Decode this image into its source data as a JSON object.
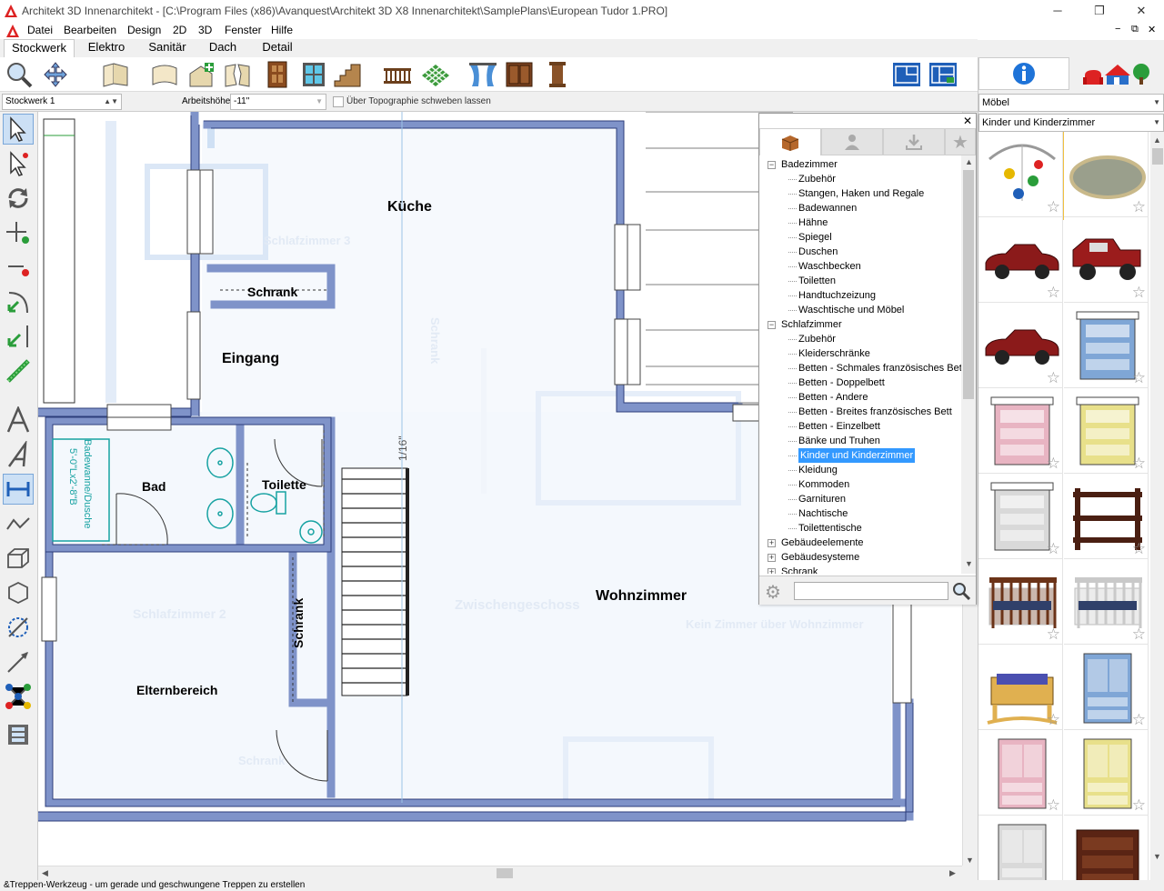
{
  "app": {
    "title": "Architekt 3D Innenarchitekt - [C:\\Program Files (x86)\\Avanquest\\Architekt 3D X8 Innenarchitekt\\SamplePlans\\European Tudor 1.PRO]"
  },
  "window_controls": {
    "minimize": "─",
    "restore": "❐",
    "close": "✕"
  },
  "menu": [
    "Datei",
    "Bearbeiten",
    "Design",
    "2D",
    "3D",
    "Fenster",
    "Hilfe"
  ],
  "mdi_controls": {
    "minimize": "−",
    "restore": "⧉",
    "close": "✕"
  },
  "tabs": [
    "Stockwerk",
    "Elektro",
    "Sanitär",
    "Dach",
    "Detail"
  ],
  "options": {
    "floor_select": "Stockwerk 1",
    "height_label": "Arbeitshöhe:",
    "height_value": "-11\"",
    "topo_label": "Über Topographie schweben lassen"
  },
  "plan": {
    "rooms": [
      "Küche",
      "Schrank",
      "Eingang",
      "Bad",
      "Toilette",
      "Wohnzimmer",
      "Elternbereich",
      "Schrank"
    ],
    "faint_labels": [
      "Schlafzimmer 3",
      "Schrank",
      "Zwischengeschoss",
      "Schlafzimmer 2",
      "Kein Zimmer über Wohnzimmer",
      "Schrank"
    ],
    "tub_label_1": "Badewanne/Dusche",
    "tub_label_2": "5'-0\"Lx2'-8\"B",
    "dimension": "1/16\""
  },
  "right_panel": {
    "category": "Möbel",
    "subcategory": "Kinder und Kinderzimmer"
  },
  "library": {
    "close": "✕",
    "tree": [
      {
        "label": "Badezimmer",
        "level": 0,
        "expanded": true
      },
      {
        "label": "Zubehör",
        "level": 1
      },
      {
        "label": "Stangen, Haken und Regale",
        "level": 1
      },
      {
        "label": "Badewannen",
        "level": 1
      },
      {
        "label": "Hähne",
        "level": 1
      },
      {
        "label": "Spiegel",
        "level": 1
      },
      {
        "label": "Duschen",
        "level": 1
      },
      {
        "label": "Waschbecken",
        "level": 1
      },
      {
        "label": "Toiletten",
        "level": 1
      },
      {
        "label": "Handtuchzeizung",
        "level": 1
      },
      {
        "label": "Waschtische und Möbel",
        "level": 1
      },
      {
        "label": "Schlafzimmer",
        "level": 0,
        "expanded": true
      },
      {
        "label": "Zubehör",
        "level": 1
      },
      {
        "label": "Kleiderschränke",
        "level": 1
      },
      {
        "label": "Betten - Schmales französisches Bett",
        "level": 1
      },
      {
        "label": "Betten - Doppelbett",
        "level": 1
      },
      {
        "label": "Betten - Andere",
        "level": 1
      },
      {
        "label": "Betten - Breites französisches Bett",
        "level": 1
      },
      {
        "label": "Betten - Einzelbett",
        "level": 1
      },
      {
        "label": "Bänke und Truhen",
        "level": 1
      },
      {
        "label": "Kinder und Kinderzimmer",
        "level": 1,
        "selected": true
      },
      {
        "label": "Kleidung",
        "level": 1
      },
      {
        "label": "Kommoden",
        "level": 1
      },
      {
        "label": "Garnituren",
        "level": 1
      },
      {
        "label": "Nachtische",
        "level": 1
      },
      {
        "label": "Toilettentische",
        "level": 1
      },
      {
        "label": "Gebäudeelemente",
        "level": 0,
        "expanded": false
      },
      {
        "label": "Gebäudesysteme",
        "level": 0,
        "expanded": false
      },
      {
        "label": "Schrank",
        "level": 0,
        "expanded": false
      }
    ]
  },
  "catalog": [
    {
      "name": "mobile",
      "fill": "#cfcfcf"
    },
    {
      "name": "rug",
      "fill": "#9a9f8c"
    },
    {
      "name": "toy-car",
      "fill": "#8b1a1a"
    },
    {
      "name": "toy-truck",
      "fill": "#9b1c1c"
    },
    {
      "name": "toy-car",
      "fill": "#8b1a1a"
    },
    {
      "name": "changing-dresser",
      "fill": "#7fa6d6"
    },
    {
      "name": "changing-dresser",
      "fill": "#e8b4c2"
    },
    {
      "name": "changing-dresser",
      "fill": "#e8e08a"
    },
    {
      "name": "changing-dresser",
      "fill": "#d9d9d9"
    },
    {
      "name": "changing-table",
      "fill": "#4a1f12"
    },
    {
      "name": "crib",
      "fill": "#6b3318"
    },
    {
      "name": "crib",
      "fill": "#c9c9c9"
    },
    {
      "name": "cradle",
      "fill": "#e0b050"
    },
    {
      "name": "wardrobe",
      "fill": "#7fa6d6"
    },
    {
      "name": "wardrobe",
      "fill": "#e8b4c2"
    },
    {
      "name": "wardrobe",
      "fill": "#e8e08a"
    },
    {
      "name": "wardrobe",
      "fill": "#d9d9d9"
    },
    {
      "name": "dresser",
      "fill": "#5a2414"
    }
  ],
  "status": "&Treppen-Werkzeug - um gerade und geschwungene Treppen zu erstellen",
  "colors": {
    "wall": "#7f93c9",
    "wall_dark": "#2c3e7a",
    "accent": "#3399ff"
  }
}
